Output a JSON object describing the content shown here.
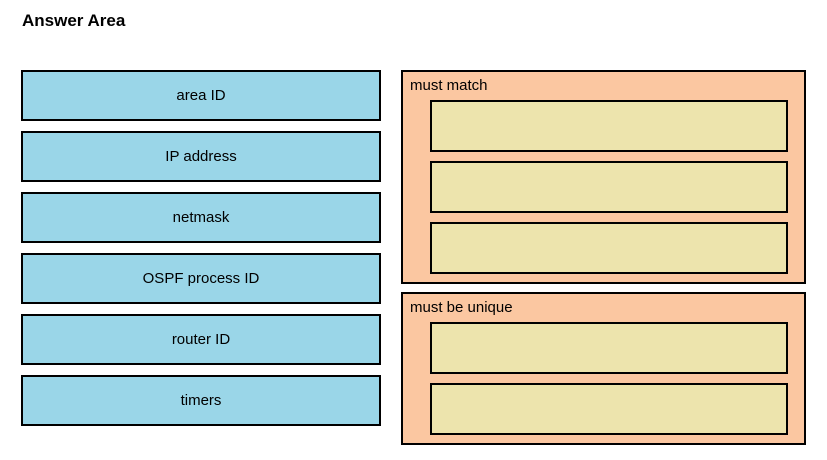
{
  "title": "Answer Area",
  "colors": {
    "token_background": "#9AD6E8",
    "group_background": "#FBC7A1",
    "slot_background": "#EDE4AD",
    "border": "#000000"
  },
  "tokens": [
    {
      "label": "area ID"
    },
    {
      "label": "IP address"
    },
    {
      "label": "netmask"
    },
    {
      "label": "OSPF process ID"
    },
    {
      "label": "router ID"
    },
    {
      "label": "timers"
    }
  ],
  "groups": [
    {
      "label": "must match",
      "slot_count": 3
    },
    {
      "label": "must be unique",
      "slot_count": 2
    }
  ]
}
